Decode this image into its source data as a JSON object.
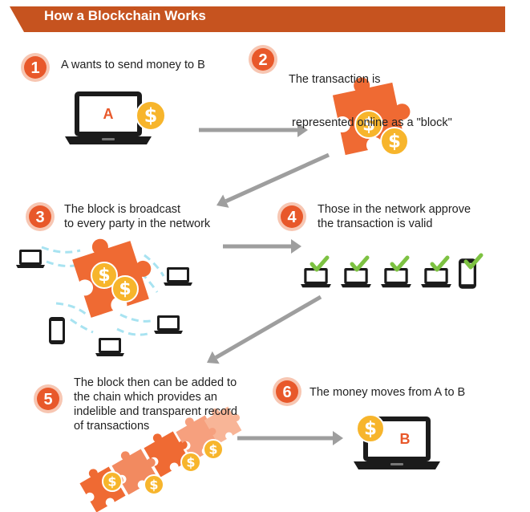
{
  "title": "How a Blockchain Works",
  "colors": {
    "accent": "#e8582a",
    "banner": "#c6531f",
    "puzzle": "#ef6a33",
    "coin": "#f7b52c",
    "check": "#7dc242",
    "arrow": "#9e9e9e",
    "dash": "#a8e3f1",
    "device": "#1b1b1b"
  },
  "steps": [
    {
      "num": "1",
      "lines": [
        "A wants to send money to B"
      ]
    },
    {
      "num": "2",
      "lines": [
        "The transaction is",
        " represented online as a \"block\""
      ]
    },
    {
      "num": "3",
      "lines": [
        "The block is broadcast",
        "to every party in the network"
      ]
    },
    {
      "num": "4",
      "lines": [
        "Those in the network approve",
        "the transaction is valid"
      ]
    },
    {
      "num": "5",
      "lines": [
        "The block then can be added to",
        "the chain which provides an",
        "indelible and transparent record",
        "of transactions"
      ]
    },
    {
      "num": "6",
      "lines": [
        "The money moves from A to B"
      ]
    }
  ],
  "labels": {
    "sender": "A",
    "receiver": "B",
    "currency": "$"
  },
  "icons": [
    "laptop-icon",
    "dollar-coin-icon",
    "puzzle-block-icon",
    "phone-icon",
    "checkmark-icon",
    "arrow-icon"
  ]
}
